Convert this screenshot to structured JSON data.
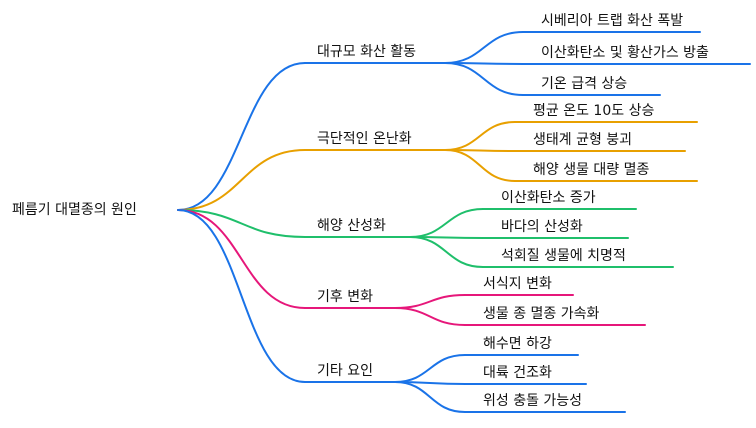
{
  "root": {
    "label": "페름기 대멸종의 원인"
  },
  "branches": [
    {
      "label": "대규모 화산 활동",
      "color": "#1a73e8",
      "children": [
        "시베리아 트랩 화산 폭발",
        "이산화탄소 및 황산가스 방출",
        "기온 급격 상승"
      ]
    },
    {
      "label": "극단적인 온난화",
      "color": "#e8a000",
      "children": [
        "평균 온도 10도 상승",
        "생태계 균형 붕괴",
        "해양 생물 대량 멸종"
      ]
    },
    {
      "label": "해양 산성화",
      "color": "#1fbf6b",
      "children": [
        "이산화탄소 증가",
        "바다의 산성화",
        "석회질 생물에 치명적"
      ]
    },
    {
      "label": "기후 변화",
      "color": "#e6177a",
      "children": [
        "서식지 변화",
        "생물 종 멸종 가속화"
      ]
    },
    {
      "label": "기타 요인",
      "color": "#1a73e8",
      "children": [
        "해수면 하강",
        "대륙 건조화",
        "위성 충돌 가능성"
      ]
    }
  ]
}
